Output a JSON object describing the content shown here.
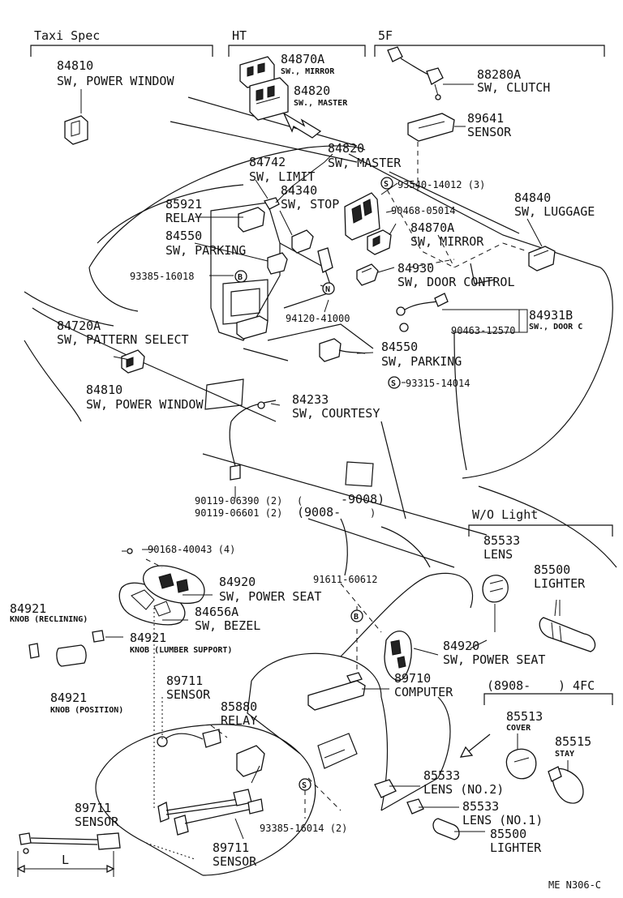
{
  "sections": {
    "taxi_spec": "Taxi Spec",
    "ht": "HT",
    "five_f": "5F",
    "wo_light": "W/O Light",
    "range_4fc_from": "(8908-",
    "range_4fc_to": ") 4FC"
  },
  "parts": {
    "p84810_top": {
      "num": "84810",
      "name": "SW, POWER WINDOW"
    },
    "p84870a_top": {
      "num": "84870A",
      "name": "SW., MIRROR"
    },
    "p84820_top": {
      "num": "84820",
      "name": "SW., MASTER"
    },
    "p88280a": {
      "num": "88280A",
      "name": "SW, CLUTCH"
    },
    "p89641": {
      "num": "89641",
      "name": "SENSOR"
    },
    "p84820": {
      "num": "84820",
      "name": "SW, MASTER"
    },
    "p84742": {
      "num": "84742",
      "name": "SW, LIMIT"
    },
    "p84340": {
      "num": "84340",
      "name": "SW, STOP"
    },
    "p85921": {
      "num": "85921",
      "name": "RELAY"
    },
    "p84840": {
      "num": "84840",
      "name": "SW, LUGGAGE"
    },
    "p84870a": {
      "num": "84870A",
      "name": "SW, MIRROR"
    },
    "p84550_a": {
      "num": "84550",
      "name": "SW, PARKING"
    },
    "p84930": {
      "num": "84930",
      "name": "SW, DOOR CONTROL"
    },
    "p84931b": {
      "num": "84931B",
      "name": "SW., DOOR C"
    },
    "p84720a": {
      "num": "84720A",
      "name": "SW, PATTERN SELECT"
    },
    "p84550_b": {
      "num": "84550",
      "name": "SW, PARKING"
    },
    "p84810": {
      "num": "84810",
      "name": "SW, POWER WINDOW"
    },
    "p84233": {
      "num": "84233",
      "name": "SW, COURTESY"
    },
    "p85533_a": {
      "num": "85533",
      "name": "LENS"
    },
    "p85500_a": {
      "num": "85500",
      "name": "LIGHTER"
    },
    "p84920_a": {
      "num": "84920",
      "name": "SW, POWER SEAT"
    },
    "p84656a": {
      "num": "84656A",
      "name": "SW, BEZEL"
    },
    "p84921_a": {
      "num": "84921",
      "name": "KNOB (RECLINING)"
    },
    "p84921_b": {
      "num": "84921",
      "name": "KNOB (LUMBER SUPPORT)"
    },
    "p84921_c": {
      "num": "84921",
      "name": "KNOB (POSITION)"
    },
    "p84920_b": {
      "num": "84920",
      "name": "SW, POWER SEAT"
    },
    "p89710": {
      "num": "89710",
      "name": "COMPUTER"
    },
    "p89711_a": {
      "num": "89711",
      "name": "SENSOR"
    },
    "p85880": {
      "num": "85880",
      "name": "RELAY"
    },
    "p85513": {
      "num": "85513",
      "name": "COVER"
    },
    "p85515": {
      "num": "85515",
      "name": "STAY"
    },
    "p85533_b": {
      "num": "85533",
      "name": "LENS (NO.2)"
    },
    "p85533_c": {
      "num": "85533",
      "name": "LENS (NO.1)"
    },
    "p85500_b": {
      "num": "85500",
      "name": "LIGHTER"
    },
    "p89711_b": {
      "num": "89711",
      "name": "SENSOR"
    },
    "p89711_c": {
      "num": "89711",
      "name": "SENSOR"
    }
  },
  "fasteners": {
    "f93540": "93540-14012 (3)",
    "f90468": "90468-05014",
    "f93385_a": "93385-16018",
    "f94120": "94120-41000",
    "f90463": "90463-12570",
    "f93315": "93315-14014",
    "f90119_a": "90119-06390 (2)",
    "f90119_b": "90119-06601 (2)",
    "f_range_a": "(",
    "f_range_a2": "-9008)",
    "f_range_b": "(9008-",
    "f_range_b2": ")",
    "f90168": "90168-40043 (4)",
    "f91611": "91611-60612",
    "f93385_b": "93385-16014 (2)"
  },
  "callout_marks": {
    "s": "S",
    "b": "B",
    "n": "N"
  },
  "dimension": "L",
  "figure_code": "ME N306-C"
}
